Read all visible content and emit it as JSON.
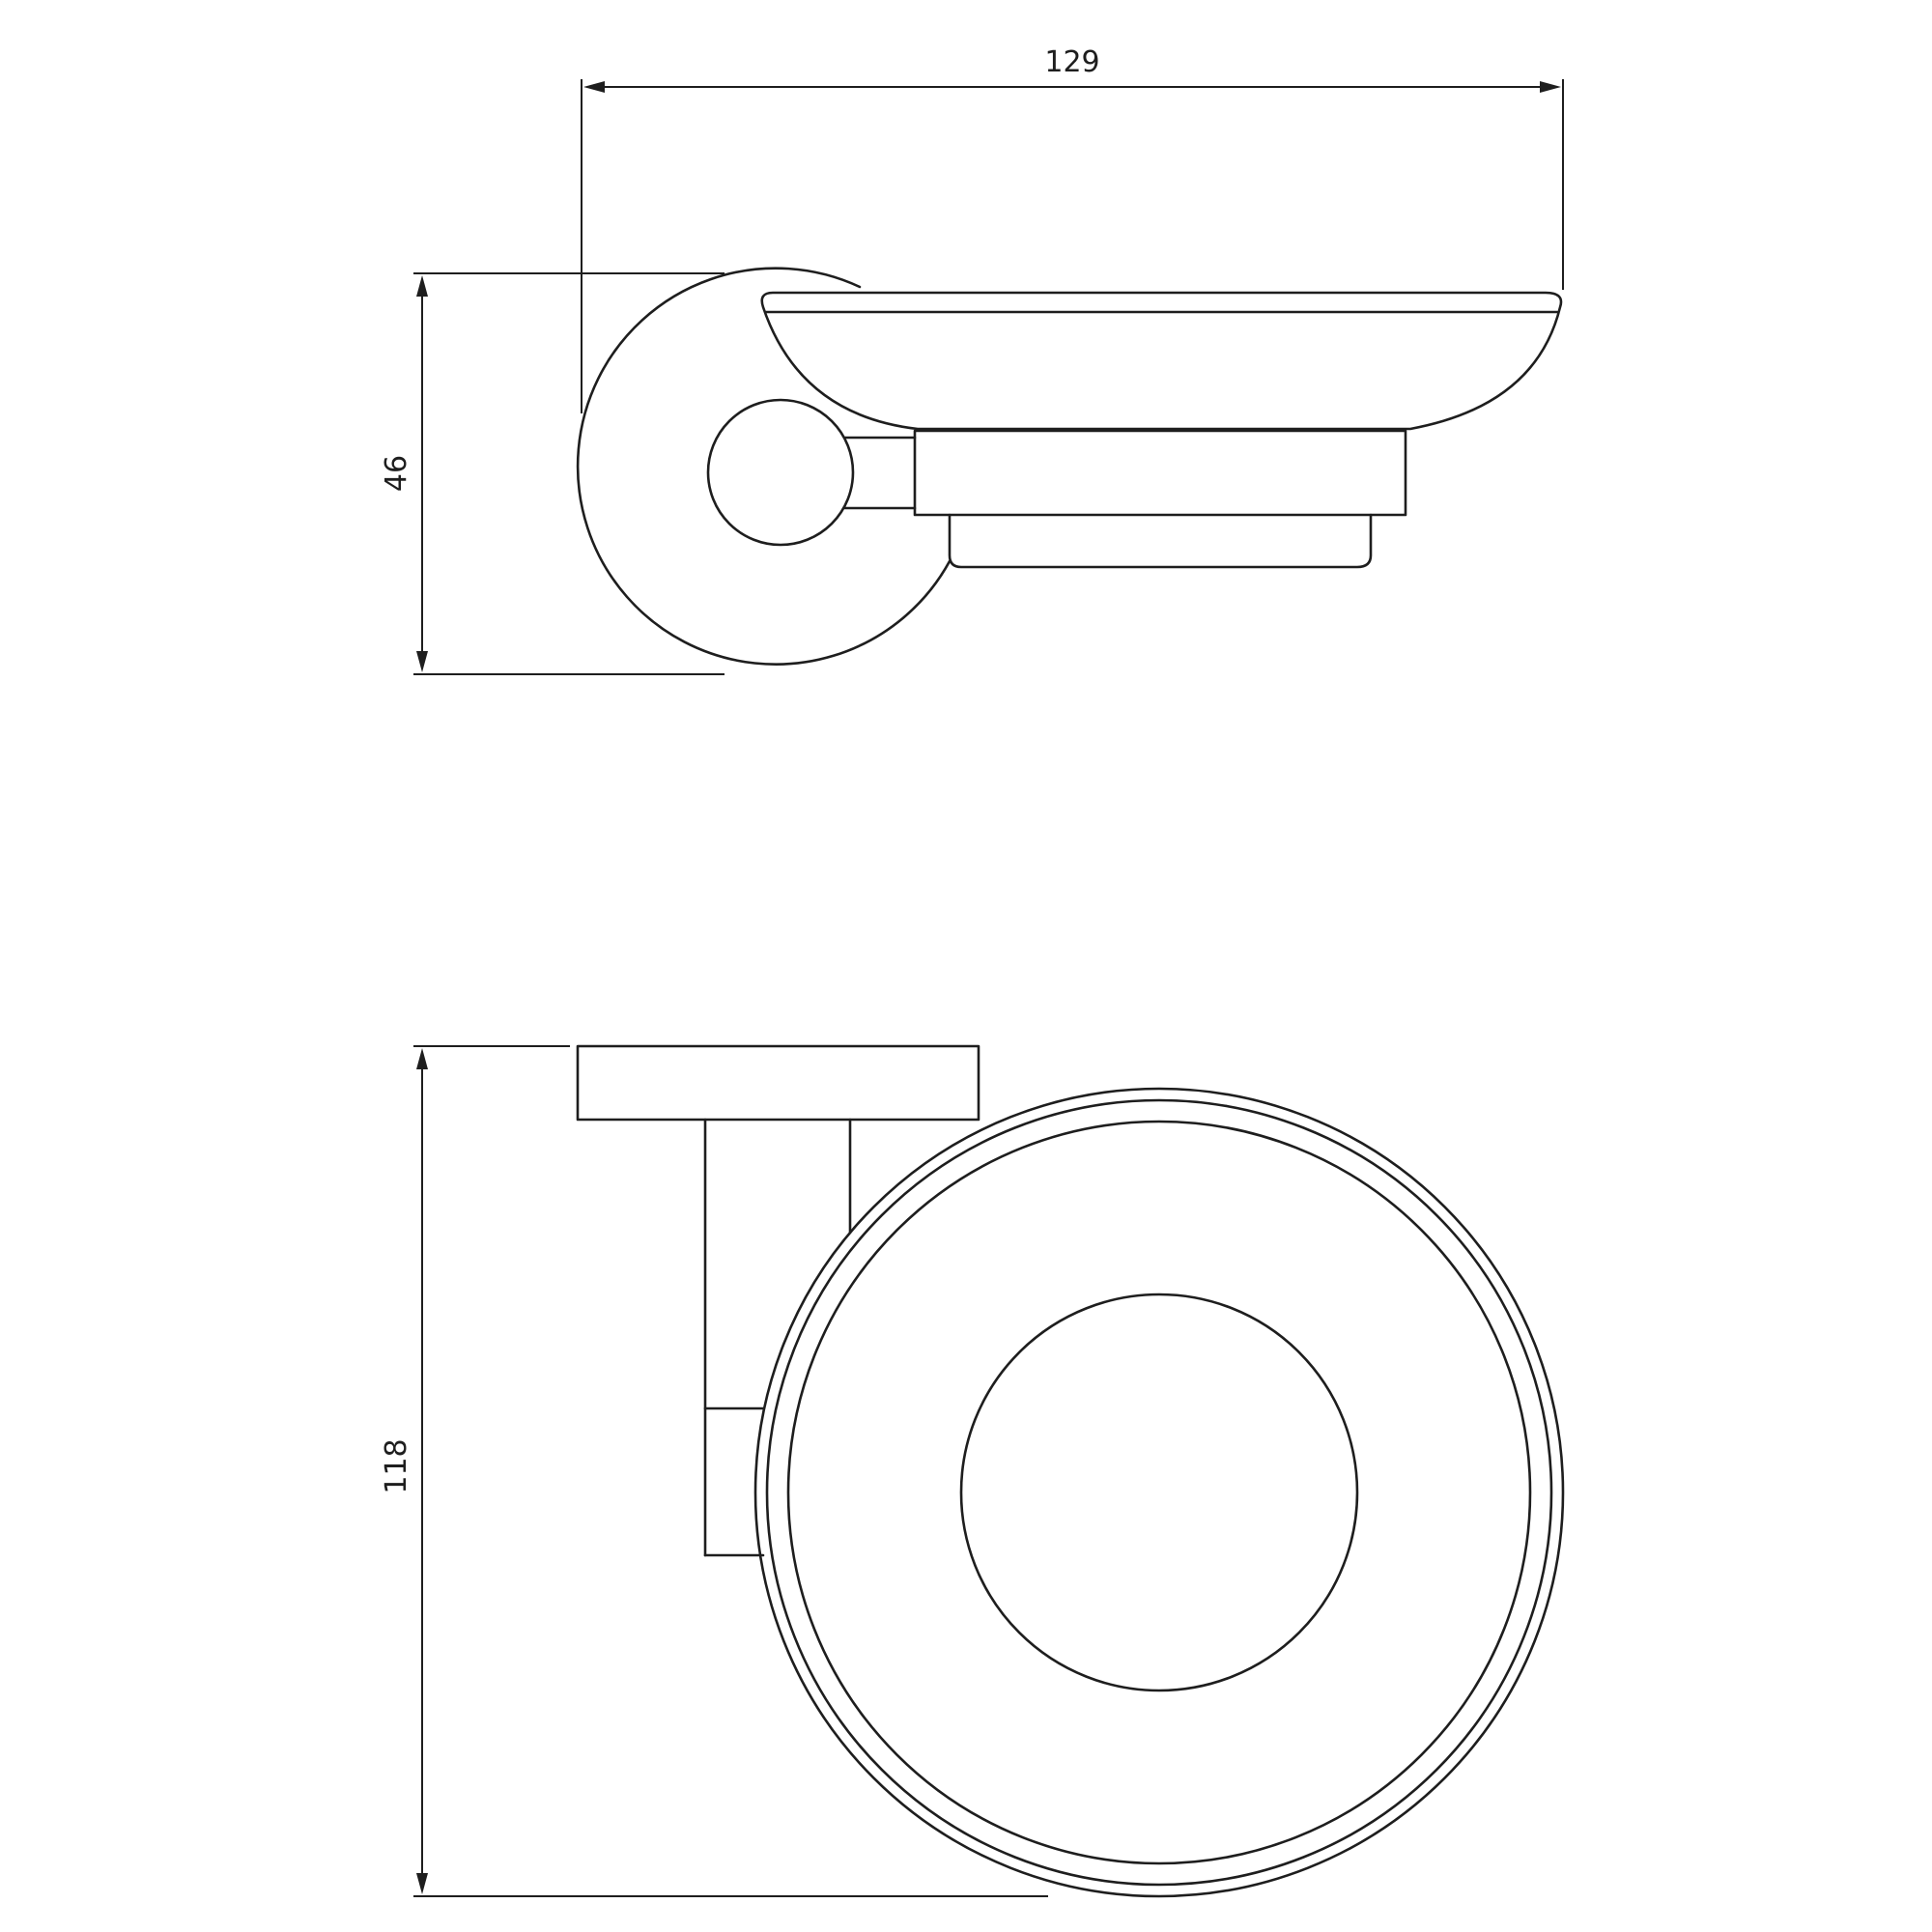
{
  "dimensions": {
    "width_top": "129",
    "height_top": "46",
    "height_bottom": "118"
  },
  "colors": {
    "line": "#1e1e1e",
    "background": "#ffffff"
  }
}
